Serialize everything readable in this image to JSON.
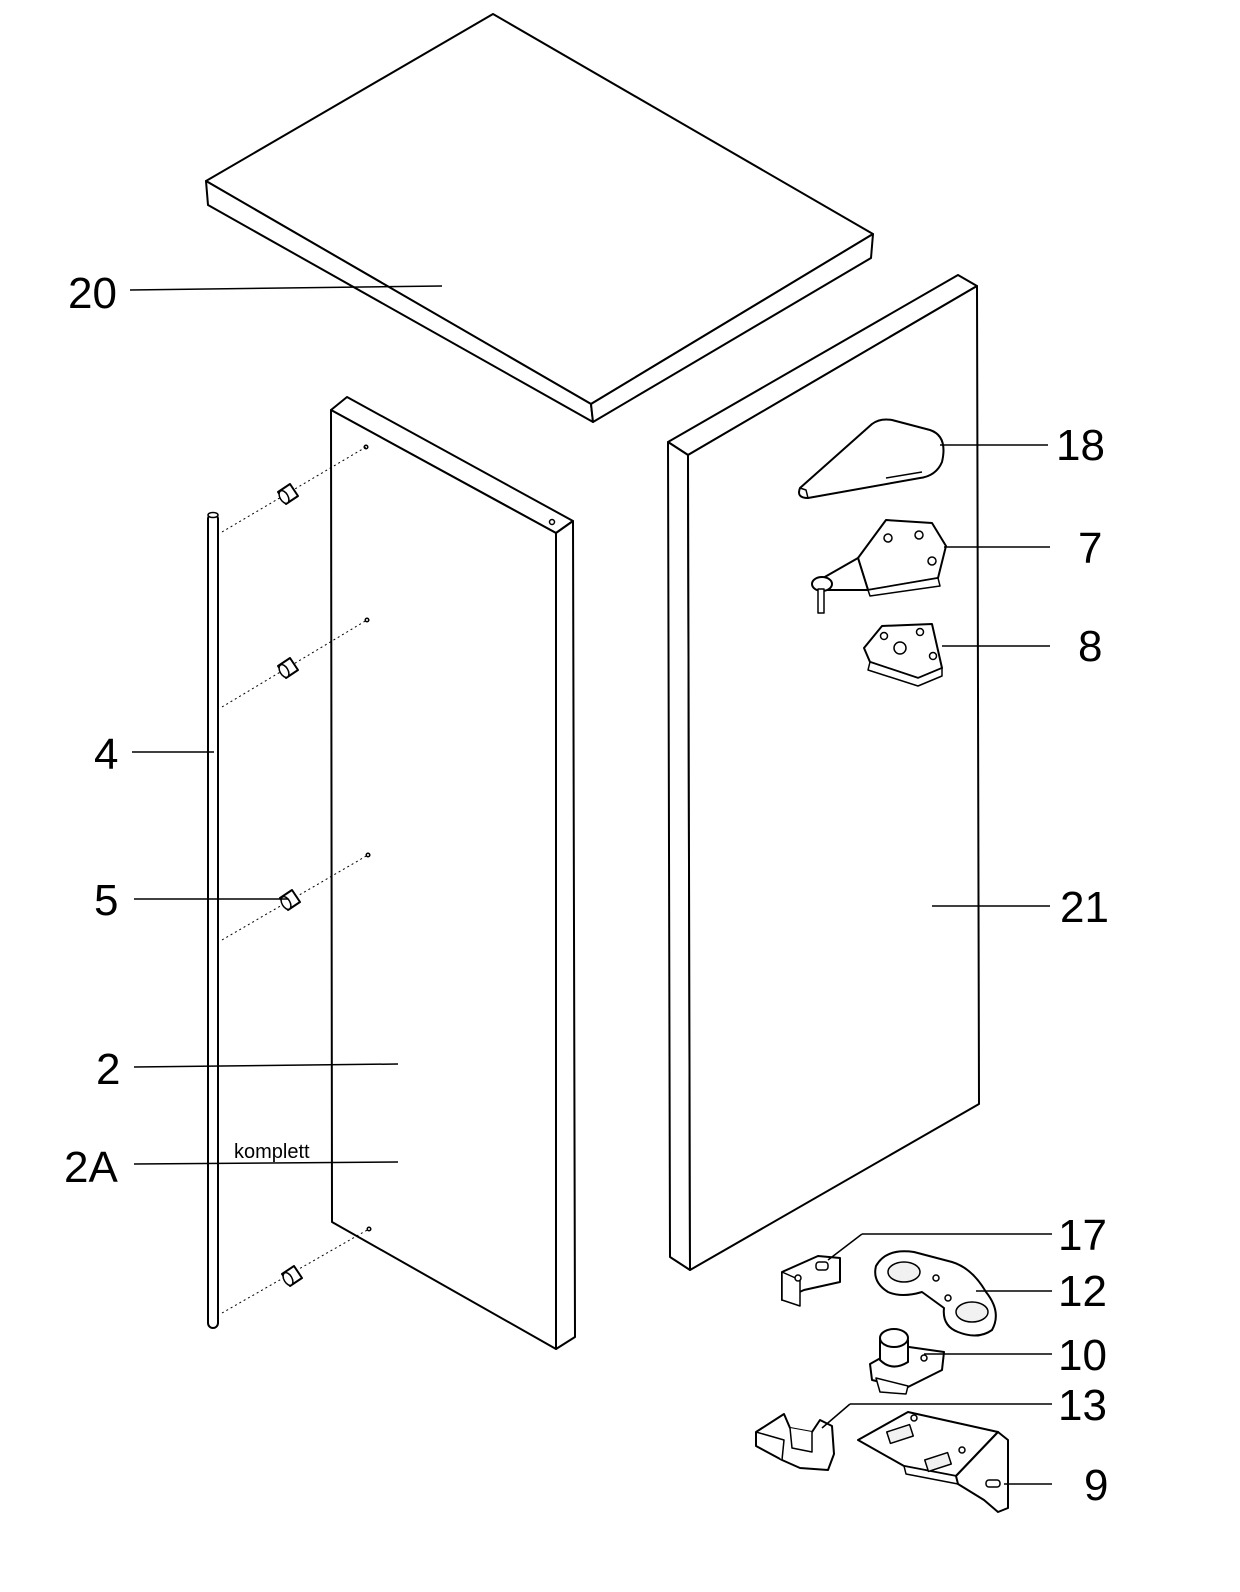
{
  "callouts": {
    "top_panel": "20",
    "hinge_cover": "18",
    "upper_hinge": "7",
    "hinge_plate": "8",
    "handle_rod": "4",
    "handle_holder": "5",
    "door": "2",
    "door_complete": "2A",
    "door_complete_note": "komplett",
    "side_panel": "21",
    "small_bracket": "17",
    "lower_hinge_plate": "12",
    "hinge_pin": "10",
    "clip": "13",
    "lower_bracket": "9"
  }
}
